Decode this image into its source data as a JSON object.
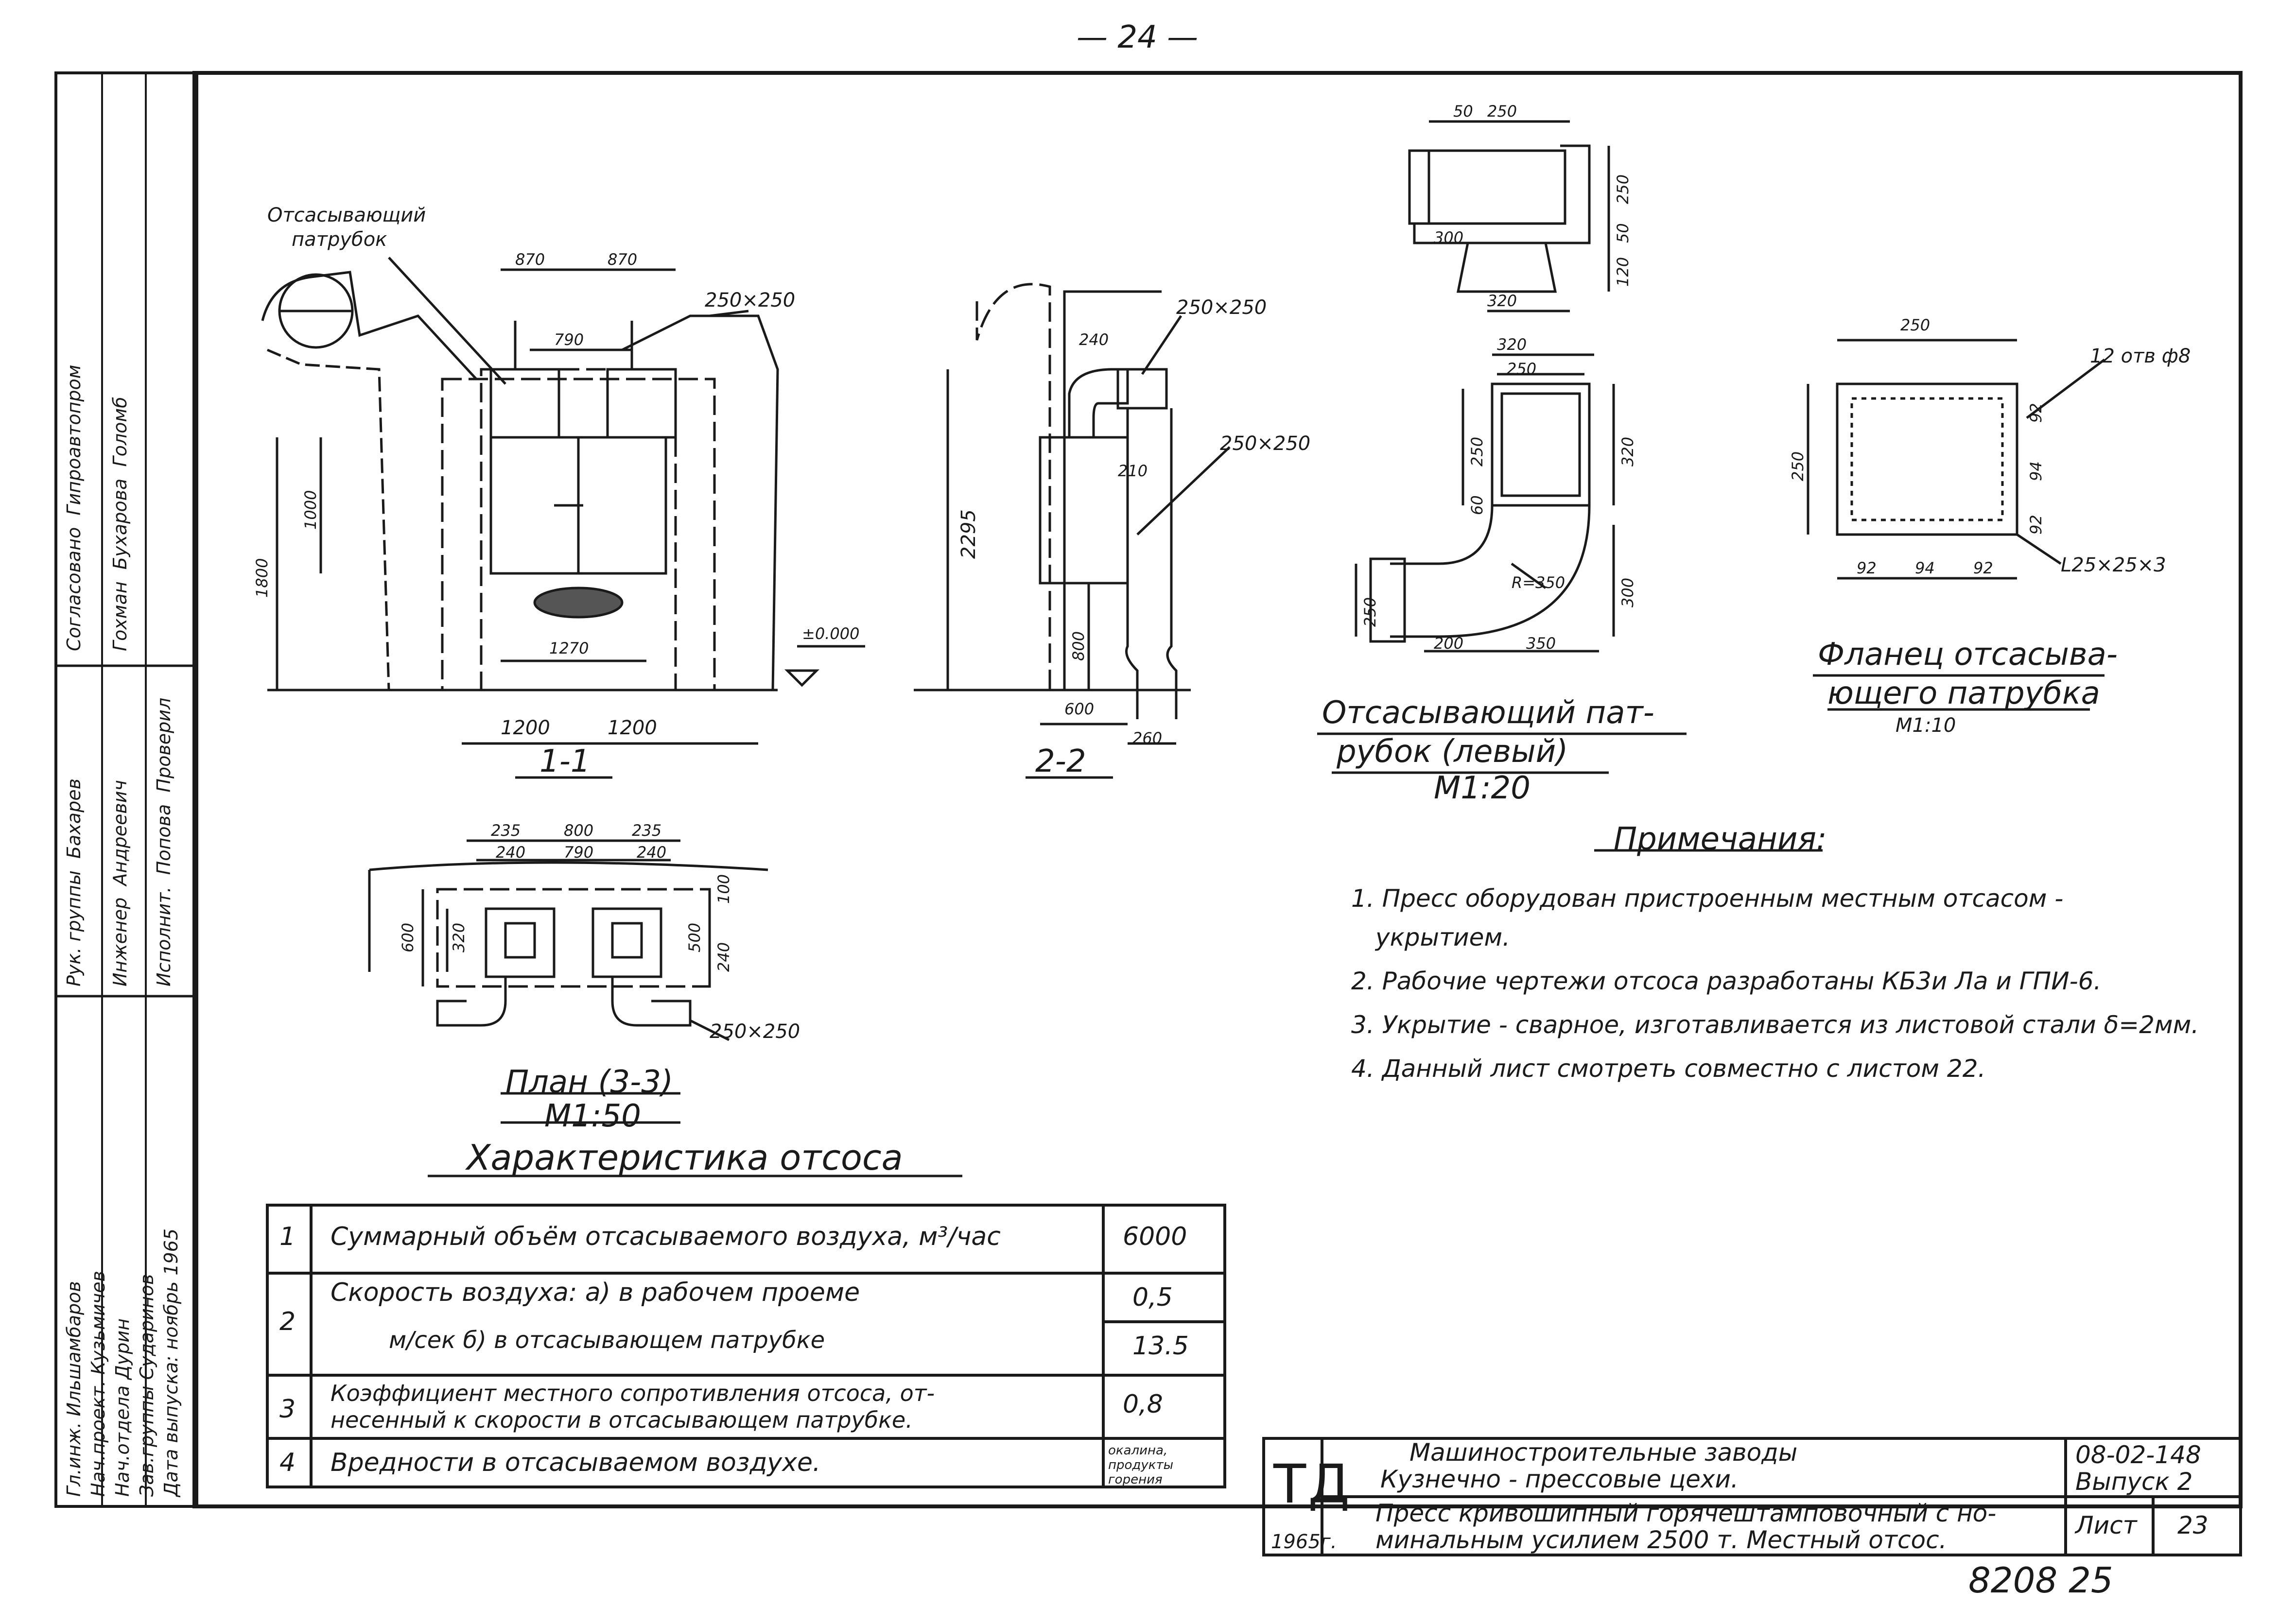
{
  "page_number": "— 24 —",
  "sheet_code_bottom": "8208 25",
  "left_stamp": {
    "rows": [
      [
        "Согласовано",
        "Гипроавтопром"
      ],
      [
        "Гохман",
        "Бухарова",
        "Голомб"
      ],
      [
        "Рук. группы",
        "Бахарев"
      ],
      [
        "Рук. группы",
        "Бахарев",
        "Инженер",
        "Андреевич"
      ],
      [
        "Исполнит.",
        "Попова",
        "Проверил"
      ],
      [
        "Гл.инж.",
        "Ильшамбаров"
      ],
      [
        "Нач.проект.",
        "Кузьмичев"
      ],
      [
        "Нач.отдела",
        "Дурин"
      ],
      [
        "Зав.группы",
        "Сударинов"
      ],
      [
        "Дата выпуска:",
        "ноябрь 1965"
      ]
    ]
  },
  "drawing": {
    "section_1": {
      "title": "1-1",
      "label_nozzle": "Отсасывающий",
      "label_nozzle_2": "патрубок",
      "dims": [
        "870",
        "870",
        "790",
        "250×250",
        "1800",
        "1000",
        "1270",
        "±0.000",
        "1200",
        "1200"
      ]
    },
    "section_2": {
      "title": "2-2",
      "dims": [
        "250×250",
        "250×250",
        "240",
        "210",
        "2295",
        "800",
        "600",
        "260"
      ]
    },
    "plan": {
      "title": "План (3-3)",
      "scale": "М1:50",
      "dims": [
        "235",
        "800",
        "235",
        "240",
        "790",
        "240",
        "600",
        "320",
        "500",
        "100",
        "240",
        "250×250"
      ]
    },
    "nozzle_left": {
      "title_1": "Отсасывающий пат-",
      "title_2": "рубок (левый)",
      "scale": "М1:20",
      "dims": [
        "50",
        "250",
        "250",
        "300",
        "50",
        "120",
        "320",
        "320",
        "250",
        "250",
        "320",
        "60",
        "250",
        "R=350",
        "300",
        "200",
        "350"
      ]
    },
    "flange": {
      "title_1": "Фланец отсасыва-",
      "title_2": "ющего патрубка",
      "scale": "М1:10",
      "dims": [
        "250",
        "250",
        "12 отв ф8",
        "92",
        "94",
        "92",
        "92",
        "94",
        "92",
        "L25×25×3"
      ]
    }
  },
  "notes": {
    "title": "Примечания:",
    "items": [
      "1. Пресс оборудован пристроенным местным отсасом -",
      "укрытием.",
      "2. Рабочие чертежи отсоса разработаны КБ3и Ла и ГПИ-6.",
      "3. Укрытие - сварное, изготавливается из листовой стали δ=2мм.",
      "4. Данный лист смотреть совместно с листом 22."
    ]
  },
  "characteristics": {
    "title": "Характеристика отсоса",
    "rows": [
      {
        "num": "1",
        "text": "Суммарный объём отсасываемого воздуха, м³/час",
        "value": "6000"
      },
      {
        "num": "2",
        "text": "Скорость воздуха:  а) в рабочем проеме",
        "value": "0,5",
        "text2": "м/сек              б) в отсасывающем патрубке",
        "value2": "13.5"
      },
      {
        "num": "3",
        "text": "Коэффициент местного сопротивления отсоса, от-",
        "text2": "несенный к скорости в отсасывающем патрубке.",
        "value": "0,8"
      },
      {
        "num": "4",
        "text": "Вредности  в отсасываемом воздухе.",
        "value": "окалина, продукты горения"
      }
    ]
  },
  "title_block": {
    "logo": "ТД",
    "year": "1965г.",
    "line1": "Машиностроительные заводы",
    "line2": "Кузнечно - прессовые цехи.",
    "line3": "Пресс кривошипный горячештамповочный с но-",
    "line4": "минальным усилием 2500 т. Местный отсос.",
    "code": "08-02-148",
    "issue": "Выпуск 2",
    "sheet_label": "Лист",
    "sheet_num": "23"
  }
}
